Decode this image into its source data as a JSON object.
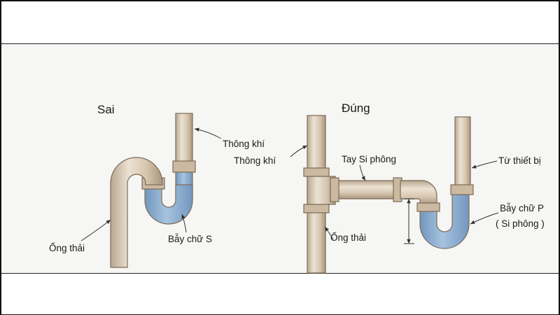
{
  "colors": {
    "pipe": "#d8c9b4",
    "pipe_edge": "#7d6b57",
    "pipe_highlight": "#ece2d3",
    "water": "#8fb2d3",
    "water_dark": "#6e93bb",
    "arrow": "#333333"
  },
  "wrong": {
    "title": "Sai",
    "vent_label": "Thông khí",
    "drain_label": "Ống thải",
    "trap_label": "Bẫy chữ S"
  },
  "right": {
    "title": "Đúng",
    "vent_label": "Thông khí",
    "arm_label": "Tay Si phông",
    "device_label": "Từ thiết bị",
    "drain_label": "Ống thải",
    "trap_label_line1": "Bẫy chữ P",
    "trap_label_line2": "( Si phông )"
  }
}
